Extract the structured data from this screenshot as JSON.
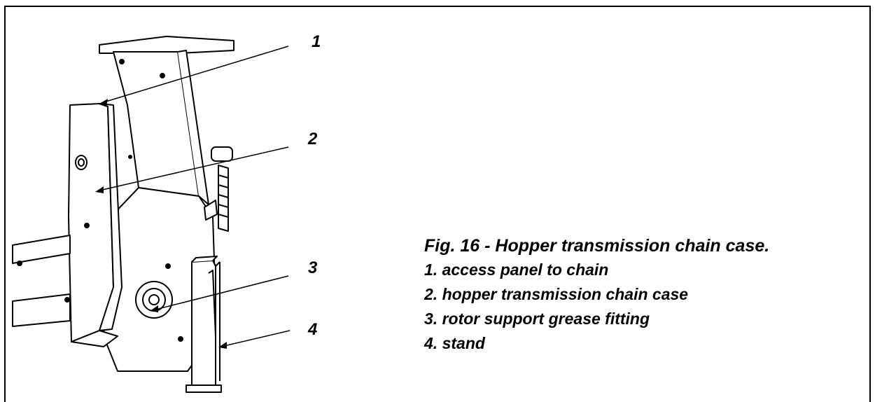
{
  "figure": {
    "callouts": [
      "1",
      "2",
      "3",
      "4"
    ],
    "caption_title": "Fig. 16 - Hopper transmission chain case.",
    "legend": [
      "1. access panel to chain",
      "2. hopper transmission chain case",
      "3. rotor support grease fitting",
      "4. stand"
    ]
  }
}
